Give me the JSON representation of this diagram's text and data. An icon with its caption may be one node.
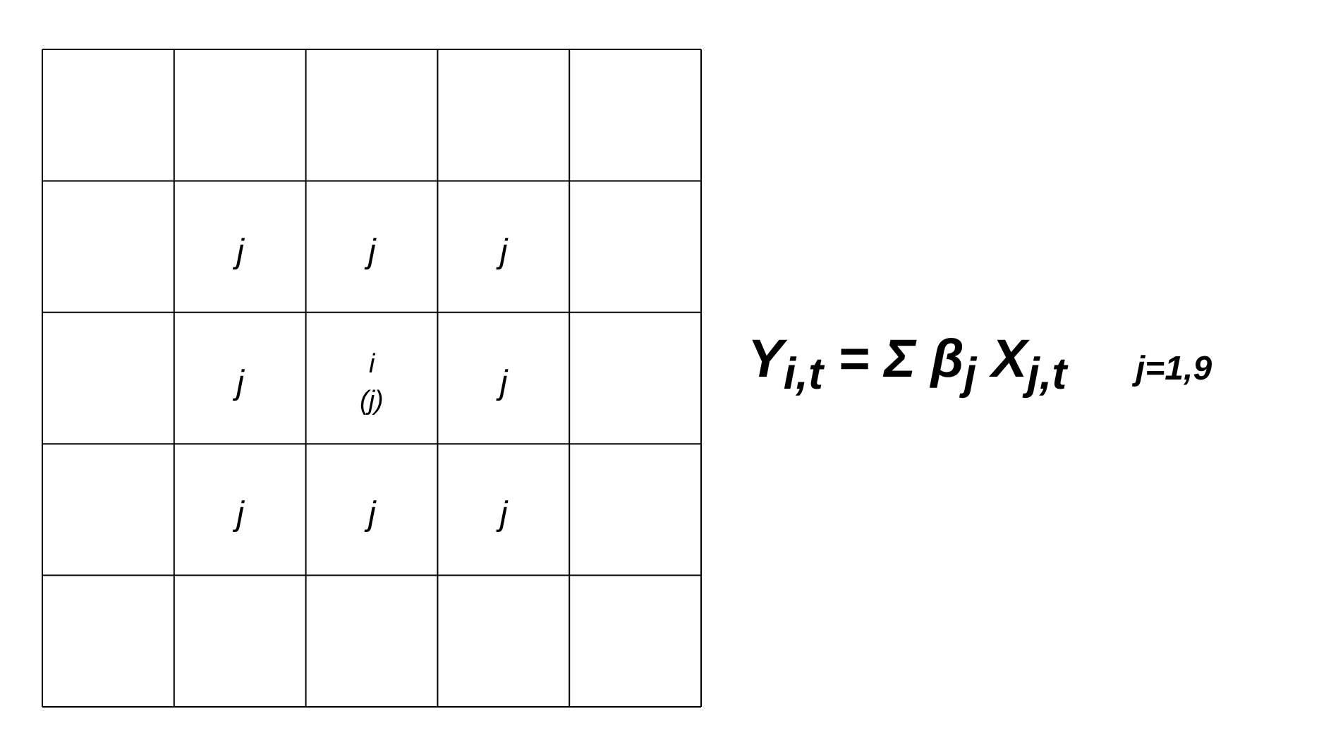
{
  "diagram": {
    "labels": [
      "j",
      "j",
      "j",
      "j",
      "i",
      "(j)",
      "j",
      "j",
      "j",
      "j",
      "Y$_{i,t}$ = Σ β$_{j}$ X$_{j,t}$",
      "j=1,9"
    ]
  }
}
